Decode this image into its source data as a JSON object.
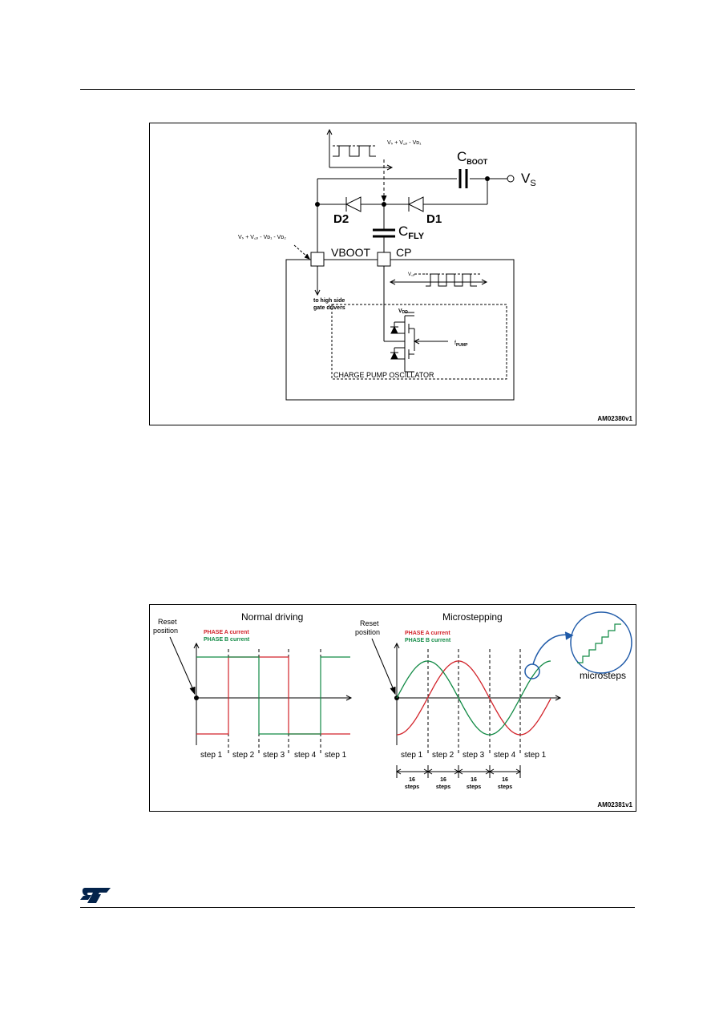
{
  "page": {
    "logo_text": "ST",
    "brand_color": "#03234b"
  },
  "figure1": {
    "id": "AM02380v1",
    "labels": {
      "vs_top": "Vₛ + V꜀ₚ - Vᴅ₁",
      "cboot": "CBOOT",
      "vs": "VS",
      "d2": "D2",
      "d1": "D1",
      "cfly": "CFLY",
      "vboot_formula": "Vₛ + V꜀ₚ - Vᴅ₁ - Vᴅ₂",
      "vboot": "VBOOT",
      "cp": "CP",
      "vcp": "V꜀ₚ",
      "to_high_side_1": "to high side",
      "to_high_side_2": "gate drivers",
      "vdd": "VDD",
      "fpump": "fPUMP",
      "oscillator": "CHARGE PUMP OSCILLATOR"
    }
  },
  "figure2": {
    "id": "AM02381v1",
    "normal": {
      "title": "Normal driving",
      "reset_1": "Reset",
      "reset_2": "position",
      "legend_a": "PHASE A current",
      "legend_b": "PHASE B current",
      "steps": [
        "step 1",
        "step 2",
        "step 3",
        "step 4",
        "step 1"
      ]
    },
    "micro": {
      "title": "Microstepping",
      "reset_1": "Reset",
      "reset_2": "position",
      "legend_a": "PHASE A current",
      "legend_b": "PHASE B current",
      "steps": [
        "step 1",
        "step 2",
        "step 3",
        "step 4",
        "step 1"
      ],
      "substeps_num": [
        "16",
        "16",
        "16",
        "16"
      ],
      "substeps_unit": [
        "steps",
        "steps",
        "steps",
        "steps"
      ],
      "zoom_label": "microsteps"
    },
    "colors": {
      "phase_a": "#d2232a",
      "phase_b": "#128a45",
      "zoom": "#1f5aa8"
    }
  }
}
